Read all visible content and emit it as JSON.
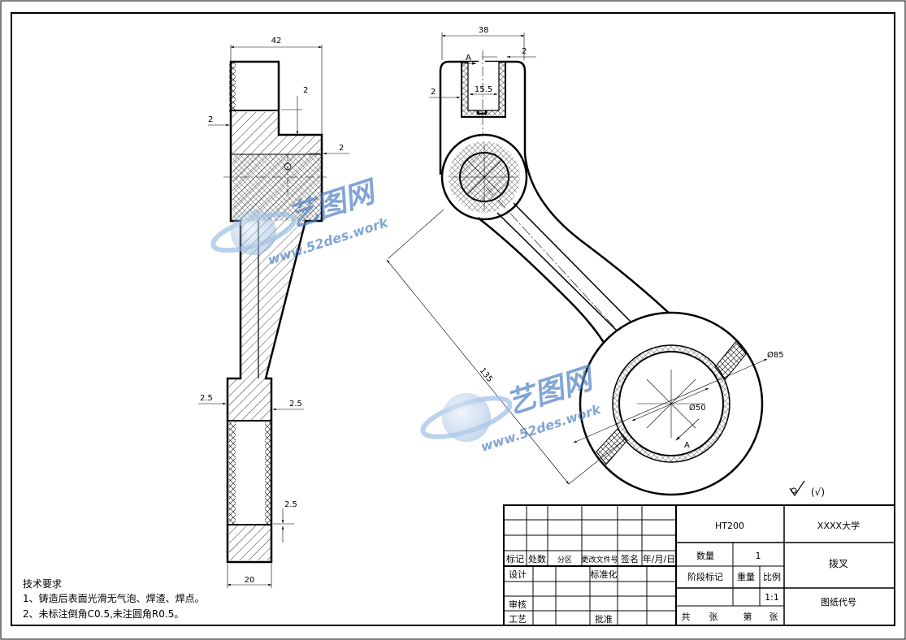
{
  "dimensions": {
    "front_width": "42",
    "front_step_top": "2",
    "front_left_offset": "2",
    "front_boss_offset": "2",
    "front_mid_left": "2.5",
    "front_mid_right": "2.5",
    "front_bottom_offset": "2.5",
    "front_bottom_width": "20",
    "side_top_width": "38",
    "side_slot_right": "2",
    "side_slot_left": "2",
    "side_slot_width": "15.5",
    "center_distance": "135",
    "outer_diameter": "Ø85",
    "inner_diameter": "Ø50",
    "section_label_top": "A",
    "section_label_bottom": "A"
  },
  "surface_finish": "(√)",
  "title_block": {
    "material": "HT200",
    "university": "XXXX大学",
    "quantity_label": "数量",
    "quantity_value": "1",
    "part_name": "拨叉",
    "stage_mark_label": "阶段标记",
    "weight_label": "重量",
    "scale_label": "比例",
    "scale_value": "1:1",
    "drawing_code_label": "图纸代号",
    "sheets_total": "共",
    "sheets_unit_1": "张",
    "sheet_no": "第",
    "sheets_unit_2": "张",
    "rev_mark": "标记",
    "rev_count": "处数",
    "rev_zone": "分区",
    "rev_doc": "更改文件号",
    "rev_sign": "签名",
    "rev_date": "年/月/日",
    "design": "设计",
    "standardize": "标准化",
    "review": "审核",
    "process": "工艺",
    "approve": "批准"
  },
  "notes": {
    "heading": "技术要求",
    "line1": "1、铸造后表面光滑无气泡、焊渣、焊点。",
    "line2": "2、未标注倒角C0.5,未注圆角R0.5。"
  },
  "watermarks": [
    {
      "title": "艺图网",
      "url": "www.52des.work"
    },
    {
      "title": "艺图网",
      "url": "www.52des.work"
    }
  ]
}
